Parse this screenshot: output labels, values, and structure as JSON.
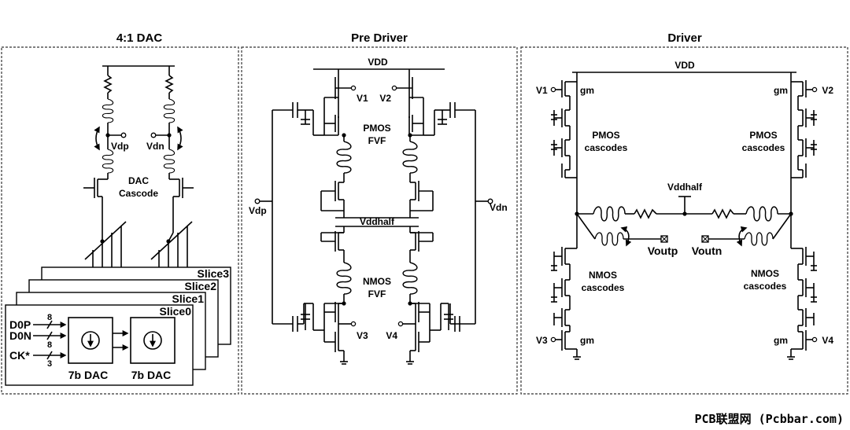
{
  "sections": {
    "dac": {
      "title": "4:1 DAC"
    },
    "predriver": {
      "title": "Pre Driver"
    },
    "driver": {
      "title": "Driver"
    }
  },
  "dac": {
    "vdp": "Vdp",
    "vdn": "Vdn",
    "cascode_line1": "DAC",
    "cascode_line2": "Cascode",
    "slices": [
      "Slice3",
      "Slice2",
      "Slice1",
      "Slice0"
    ],
    "inputs": [
      "D0P",
      "D0N",
      "CK*"
    ],
    "bus_widths": [
      "8",
      "8",
      "3"
    ],
    "block_labels": [
      "7b DAC",
      "7b DAC"
    ]
  },
  "predriver": {
    "vdd": "VDD",
    "v1": "V1",
    "v2": "V2",
    "v3": "V3",
    "v4": "V4",
    "pmos_line1": "PMOS",
    "pmos_line2": "FVF",
    "nmos_line1": "NMOS",
    "nmos_line2": "FVF",
    "vddhalf": "Vddhalf",
    "vdp": "Vdp",
    "vdn": "Vdn"
  },
  "driver": {
    "vdd": "VDD",
    "v1": "V1",
    "v2": "V2",
    "v3": "V3",
    "v4": "V4",
    "gm": "gm",
    "pmos_line1": "PMOS",
    "pmos_line2": "cascodes",
    "nmos_line1": "NMOS",
    "nmos_line2": "cascodes",
    "vddhalf": "Vddhalf",
    "voutp": "Voutp",
    "voutn": "Voutn"
  },
  "watermark": "PCB联盟网 (Pcbbar.com)"
}
